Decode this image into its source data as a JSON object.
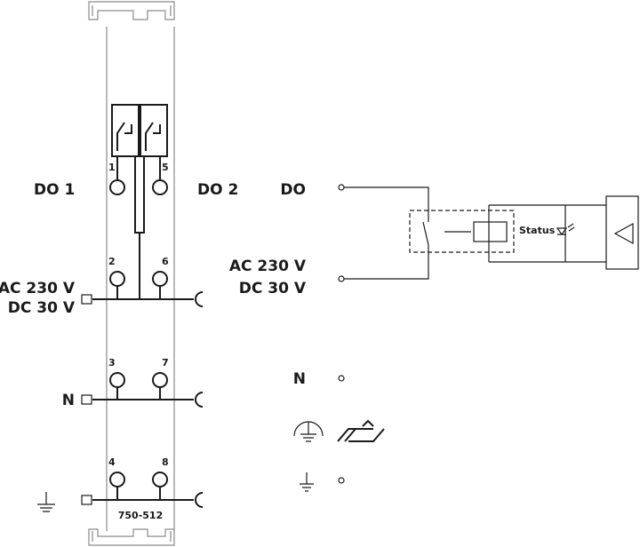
{
  "module": {
    "model": "750-512",
    "label_do1": "DO 1",
    "label_do2": "DO 2",
    "supply_line1": "AC 230 V",
    "supply_line2": "DC 30 V",
    "neutral": "N",
    "terminals": [
      "1",
      "2",
      "3",
      "4",
      "5",
      "6",
      "7",
      "8"
    ]
  },
  "schematic": {
    "do_label": "DO",
    "supply_line1": "AC 230 V",
    "supply_line2": "DC 30 V",
    "neutral": "N",
    "status_label": "Status"
  },
  "icons": [
    "relay-contact-icon",
    "terminal-icon",
    "connector-icon",
    "ground-icon",
    "protective-earth-icon",
    "din-rail-icon",
    "led-icon",
    "triangle-icon"
  ]
}
